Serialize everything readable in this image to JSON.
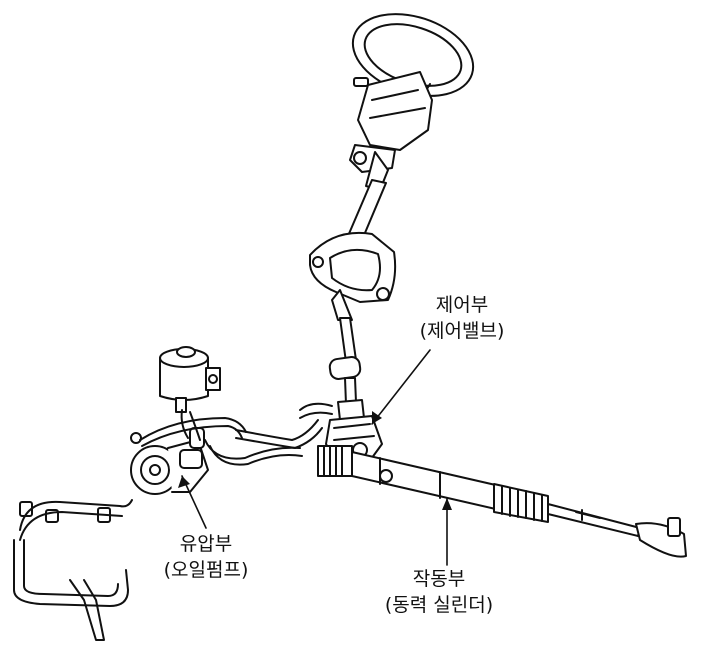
{
  "labels": {
    "control": {
      "title": "제어부",
      "sub": "(제어밸브)"
    },
    "pump": {
      "title": "유압부",
      "sub": "(오일펌프)"
    },
    "actuator": {
      "title": "작동부",
      "sub": "(동력 실린더)"
    }
  },
  "colors": {
    "line": "#111111",
    "background": "#ffffff"
  }
}
